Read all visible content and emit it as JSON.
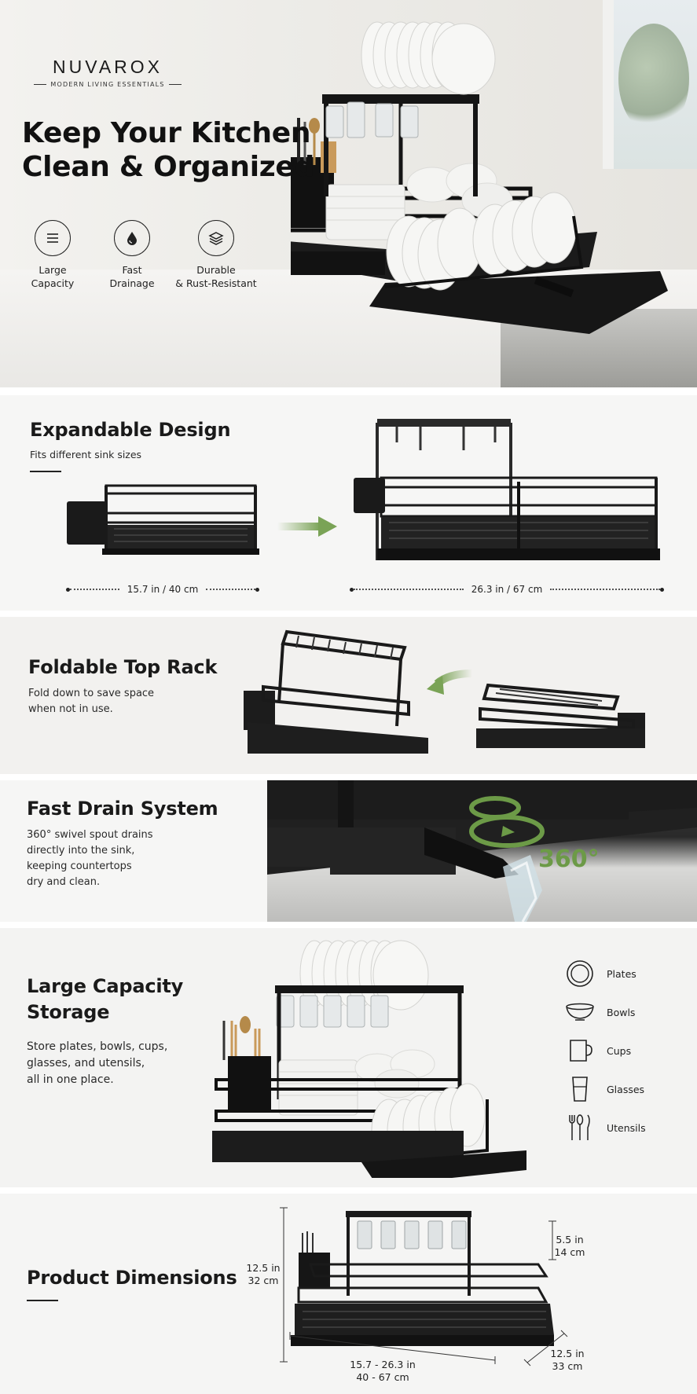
{
  "brand": {
    "name": "NUVAROX",
    "tagline": "MODERN LIVING ESSENTIALS"
  },
  "hero": {
    "title_line1": "Keep Your Kitchen",
    "title_line2": "Clean & Organized",
    "features": [
      {
        "icon": "list-icon",
        "line1": "Large",
        "line2": "Capacity"
      },
      {
        "icon": "water-drop-icon",
        "line1": "Fast",
        "line2": "Drainage"
      },
      {
        "icon": "layers-icon",
        "line1": "Durable",
        "line2": "& Rust-Resistant"
      }
    ]
  },
  "expandable": {
    "title": "Expandable Design",
    "subtitle": "Fits different sink sizes",
    "small_size": "15.7 in / 40 cm",
    "large_size": "26.3 in / 67 cm",
    "arrow_color": "#7aa356"
  },
  "foldable": {
    "title": "Foldable Top Rack",
    "desc_line1": "Fold down to save space",
    "desc_line2": "when not in use."
  },
  "drain": {
    "title": "Fast Drain System",
    "desc_lines": [
      "360° swivel spout drains",
      "directly into the sink,",
      "keeping countertops",
      "dry and clean."
    ],
    "rotation_label": "360°",
    "accent_color": "#6c9a47"
  },
  "capacity": {
    "title_line1": "Large Capacity",
    "title_line2": "Storage",
    "desc_lines": [
      "Store plates, bowls, cups,",
      "glasses, and utensils,",
      "all in one place."
    ],
    "items": [
      {
        "icon": "plate-icon",
        "label": "Plates"
      },
      {
        "icon": "bowl-icon",
        "label": "Bowls"
      },
      {
        "icon": "cup-icon",
        "label": "Cups"
      },
      {
        "icon": "glass-icon",
        "label": "Glasses"
      },
      {
        "icon": "utensils-icon",
        "label": "Utensils"
      }
    ]
  },
  "dimensions": {
    "title": "Product Dimensions",
    "height_in": "12.5 in",
    "height_cm": "32 cm",
    "top_height_in": "5.5 in",
    "top_height_cm": "14 cm",
    "width_in": "15.7 - 26.3 in",
    "width_cm": "40 - 67 cm",
    "depth_in": "12.5 in",
    "depth_cm": "33 cm"
  }
}
